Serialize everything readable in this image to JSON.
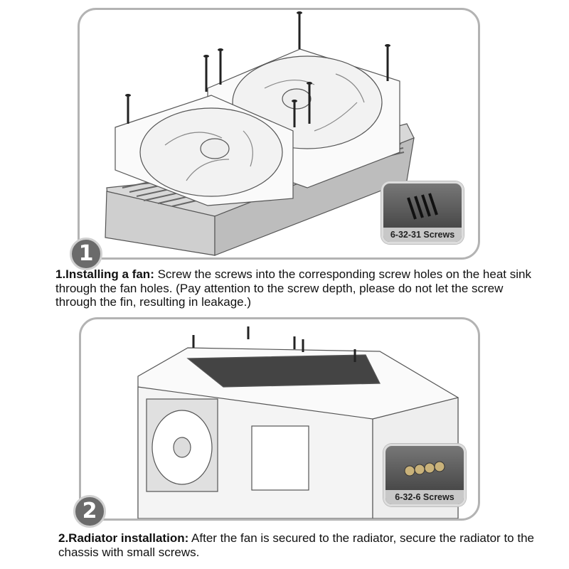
{
  "step1": {
    "number": "1",
    "title": "1.Installing a fan:",
    "body": " Screw the screws into the corresponding screw holes on the heat sink through the fan holes. (Pay attention to the screw depth, please do not let the screw through the fin, resulting in leakage.)",
    "screw_label": "6-32-31 Screws"
  },
  "step2": {
    "number": "2",
    "title": "2.Radiator installation:",
    "body": " After the fan is secured to the radiator, secure the radiator to the chassis with small screws.",
    "screw_label": "6-32-6 Screws"
  }
}
